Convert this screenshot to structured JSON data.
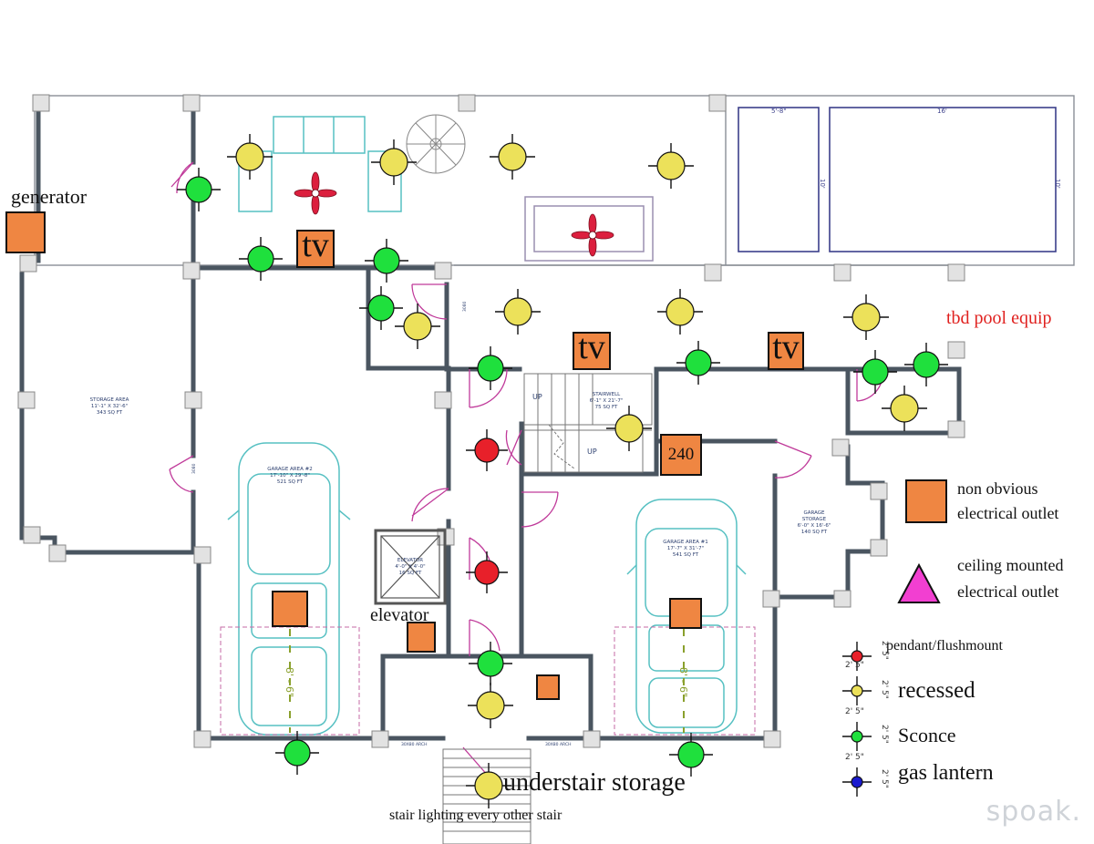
{
  "labels": {
    "generator": "generator",
    "tbd_pool_equip": "tbd pool equip",
    "elevator": "elevator",
    "understair_storage": "understair storage",
    "stair_lighting": "stair lighting every other stair"
  },
  "outlets": {
    "tv": "tv",
    "v240": "240"
  },
  "rooms": {
    "storage_area": "STORAGE AREA",
    "storage_area_dims": "11'-1\" X 32'-6\"",
    "storage_area_sqft": "343 SQ FT",
    "garage2": "GARAGE AREA #2",
    "garage2_dims": "17'-10\" X 29'-8\"",
    "garage2_sqft": "521 SQ FT",
    "garage1": "GARAGE AREA #1",
    "garage1_dims": "17'-7\" X 31'-7\"",
    "garage1_sqft": "541 SQ FT",
    "stairwell": "STAIRWELL",
    "stairwell_dims": "6'-1\" X 21'-7\"",
    "stairwell_sqft": "75 SQ FT",
    "elevator": "ELEVATOR",
    "elevator_dims": "4'-0\" X 4'-0\"",
    "elevator_sqft": "16 SQ FT",
    "garage_storage": "GARAGE",
    "garage_storage2": "STORAGE",
    "garage_storage_dims": "6'-0\" X 16'-6\"",
    "garage_storage_sqft": "140 SQ FT",
    "up1": "UP",
    "up2": "UP",
    "pool_dim_a": "5'-8\"",
    "pool_dim_b": "16'",
    "pool_dim_c": "10'",
    "pool_dim_d": "10'",
    "arch1": "30X80 ARCH",
    "arch2": "30X80 ARCH",
    "door_a": "3080",
    "door_b": "3080",
    "parking_dim1": "8' - 6\"",
    "parking_dim2": "8' - 6\""
  },
  "legend": {
    "non_obvious_1": "non obvious",
    "non_obvious_2": "electrical outlet",
    "ceiling_1": "ceiling mounted",
    "ceiling_2": "electrical outlet",
    "pendant": "pendant/flushmount",
    "recessed": "recessed",
    "sconce": "Sconce",
    "gas_lantern": "gas lantern",
    "dim_v": "2' 5\"",
    "dim_h": "2' 5\""
  },
  "colors": {
    "pendant": "#e8202a",
    "recessed": "#ece15a",
    "sconce": "#1fe03d",
    "gas_lantern": "#1a1acf",
    "outlet": "#ef8642",
    "ceiling_outlet": "#f23fd1",
    "fan": "#dc1f3e",
    "pool_text": "#e0211f",
    "furniture": "#56c0c2",
    "wall": "#4a5560"
  },
  "watermark": "spoak."
}
